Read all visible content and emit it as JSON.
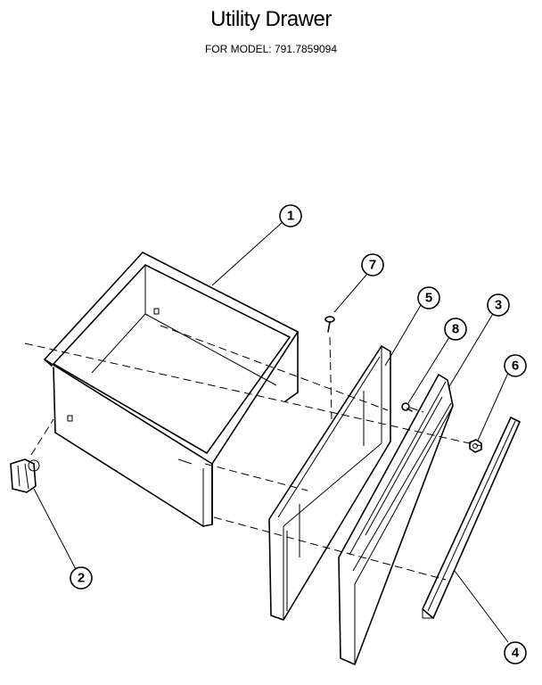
{
  "header": {
    "title": "Utility Drawer",
    "subtitle": "FOR MODEL:  791.7859094"
  },
  "callouts": [
    "1",
    "2",
    "3",
    "4",
    "5",
    "6",
    "7",
    "8"
  ]
}
